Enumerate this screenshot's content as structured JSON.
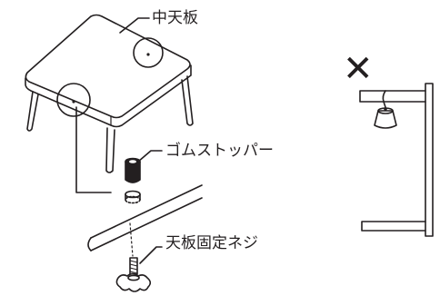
{
  "labels": {
    "top_board": "中天板",
    "rubber_stopper": "ゴムストッパー",
    "top_board_screw": "天板固定ネジ"
  },
  "marks": {
    "not_allowed": "✕"
  },
  "icons": {
    "not_allowed": "cross-icon"
  },
  "colors": {
    "line": "#231f20",
    "background": "#ffffff"
  }
}
